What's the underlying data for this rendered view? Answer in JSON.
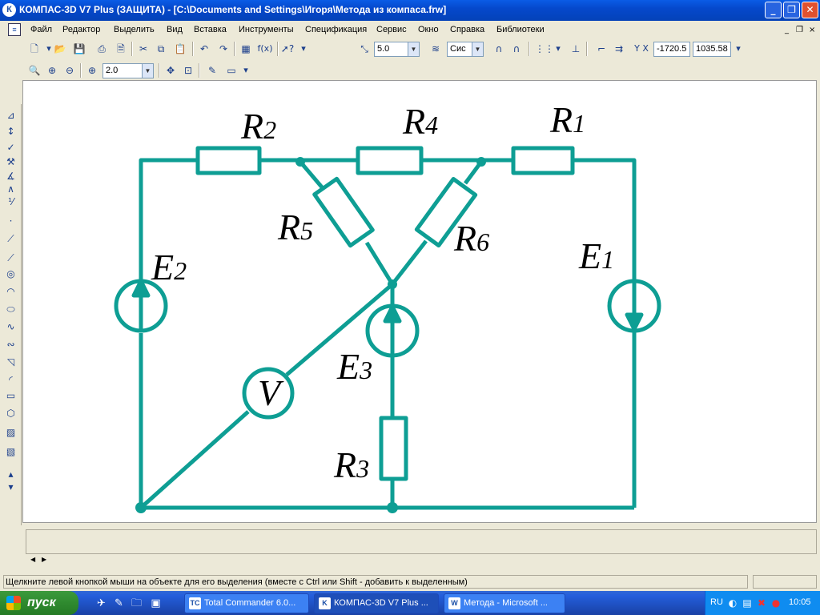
{
  "window": {
    "title": "КОМПАС-3D V7 Plus (ЗАЩИТА) - [C:\\Documents and Settings\\Игоря\\Метода из компаса.frw]",
    "app_icon": "К"
  },
  "menu": [
    "Файл",
    "Редактор",
    "Выделить",
    "Вид",
    "Вставка",
    "Инструменты",
    "Спецификация",
    "Сервис",
    "Окно",
    "Справка",
    "Библиотеки"
  ],
  "toolbar": {
    "step": "5.0",
    "layer_style": "Сис",
    "coord_x": "-1720.5",
    "coord_y": "1035.58",
    "zoom": "2.0",
    "fx": "f(x)"
  },
  "schematic": {
    "labels": {
      "r2": "R",
      "r2_sub": "2",
      "r4": "R",
      "r4_sub": "4",
      "r1": "R",
      "r1_sub": "1",
      "r5": "R",
      "r5_sub": "5",
      "r6": "R",
      "r6_sub": "6",
      "r3": "R",
      "r3_sub": "3",
      "e2": "E",
      "e2_sub": "2",
      "e1": "E",
      "e1_sub": "1",
      "e3": "E",
      "e3_sub": "3",
      "voltmeter": "V"
    },
    "wire_color": "#0e9e94"
  },
  "status": {
    "hint": "Щелкните левой кнопкой мыши на объекте для его выделения (вместе с Ctrl или Shift - добавить к выделенным)"
  },
  "taskbar": {
    "start": "пуск",
    "tasks": [
      "Total Commander 6.0...",
      "КОМПАС-3D V7 Plus ...",
      "Метода - Microsoft ..."
    ],
    "tray_lang": "RU",
    "time": "10:05"
  }
}
